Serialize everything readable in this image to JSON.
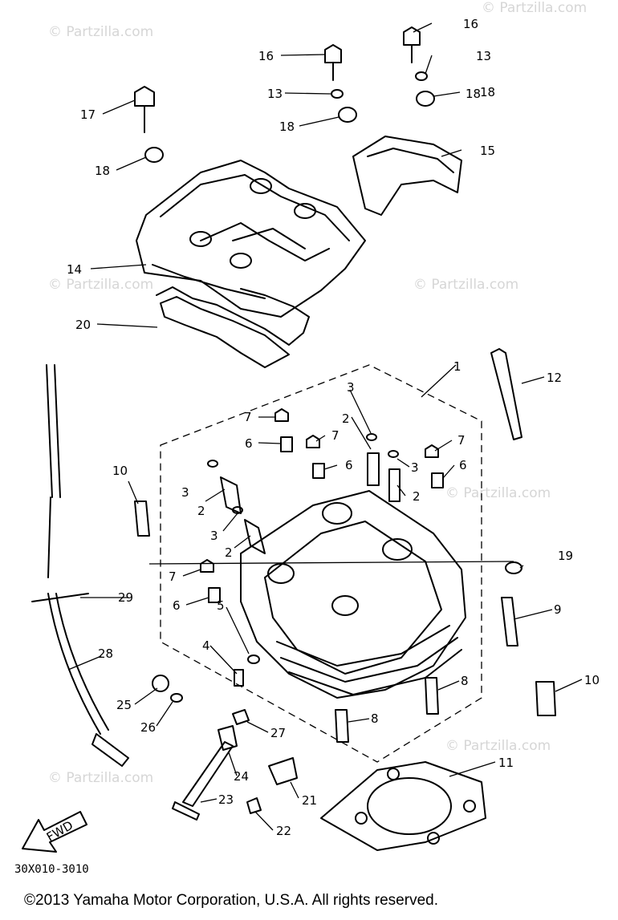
{
  "watermark": "© Partzilla.com",
  "diagram_code": "30X010-3010",
  "copyright": "©2013  Yamaha Motor Corporation, U.S.A. All rights reserved.",
  "fwd_label": "FWD",
  "callouts": [
    "1",
    "2",
    "2",
    "2",
    "2",
    "3",
    "3",
    "3",
    "3",
    "4",
    "5",
    "6",
    "6",
    "6",
    "6",
    "7",
    "7",
    "7",
    "7",
    "8",
    "8",
    "9",
    "10",
    "10",
    "11",
    "12",
    "13",
    "13",
    "14",
    "15",
    "16",
    "16",
    "17",
    "18",
    "18",
    "18",
    "18",
    "19",
    "20",
    "21",
    "22",
    "23",
    "24",
    "25",
    "26",
    "27",
    "28",
    "29"
  ]
}
